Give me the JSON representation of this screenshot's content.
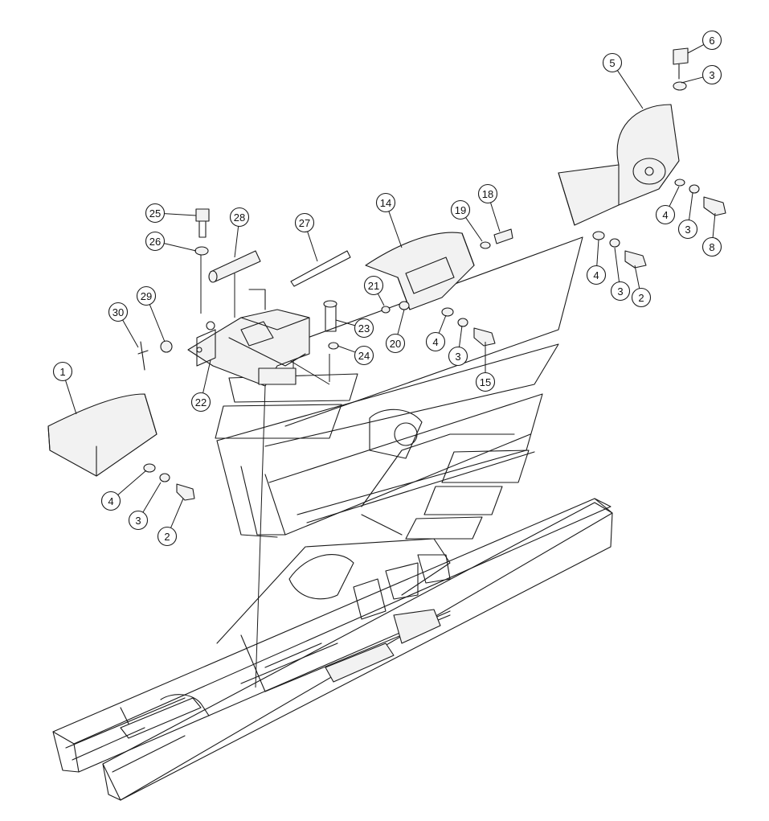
{
  "callouts": [
    {
      "id": "c1",
      "label": "1"
    },
    {
      "id": "c2a",
      "label": "2"
    },
    {
      "id": "c2b",
      "label": "2"
    },
    {
      "id": "c3a",
      "label": "3"
    },
    {
      "id": "c3b",
      "label": "3"
    },
    {
      "id": "c3c",
      "label": "3"
    },
    {
      "id": "c3d",
      "label": "3"
    },
    {
      "id": "c3e",
      "label": "3"
    },
    {
      "id": "c4a",
      "label": "4"
    },
    {
      "id": "c4b",
      "label": "4"
    },
    {
      "id": "c4c",
      "label": "4"
    },
    {
      "id": "c4d",
      "label": "4"
    },
    {
      "id": "c5",
      "label": "5"
    },
    {
      "id": "c6",
      "label": "6"
    },
    {
      "id": "c8",
      "label": "8"
    },
    {
      "id": "c14",
      "label": "14"
    },
    {
      "id": "c15",
      "label": "15"
    },
    {
      "id": "c18",
      "label": "18"
    },
    {
      "id": "c19",
      "label": "19"
    },
    {
      "id": "c20",
      "label": "20"
    },
    {
      "id": "c21",
      "label": "21"
    },
    {
      "id": "c22",
      "label": "22"
    },
    {
      "id": "c23",
      "label": "23"
    },
    {
      "id": "c24",
      "label": "24"
    },
    {
      "id": "c25",
      "label": "25"
    },
    {
      "id": "c26",
      "label": "26"
    },
    {
      "id": "c27",
      "label": "27"
    },
    {
      "id": "c28",
      "label": "28"
    },
    {
      "id": "c29",
      "label": "29"
    },
    {
      "id": "c30",
      "label": "30"
    }
  ]
}
